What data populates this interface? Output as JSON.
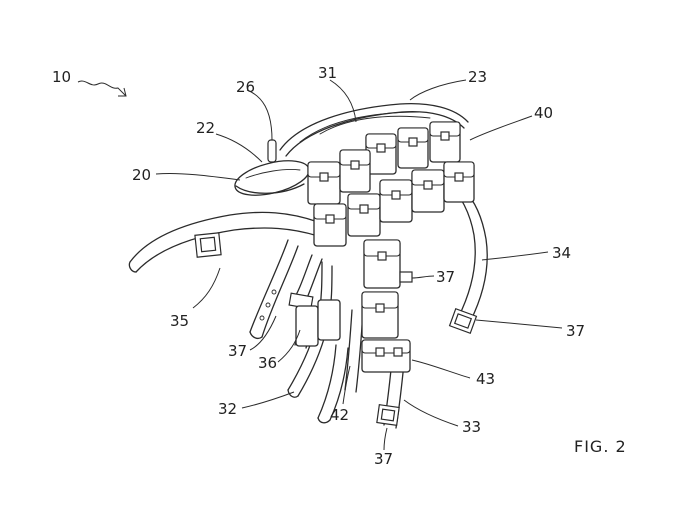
{
  "figure": {
    "caption": "FIG. 2",
    "labels": {
      "r10": "10",
      "r20": "20",
      "r22": "22",
      "r23": "23",
      "r26": "26",
      "r31": "31",
      "r32": "32",
      "r33": "33",
      "r34": "34",
      "r35": "35",
      "r36": "36",
      "r37a": "37",
      "r37b": "37",
      "r37c": "37",
      "r37d": "37",
      "r40": "40",
      "r42": "42",
      "r43": "43"
    }
  }
}
